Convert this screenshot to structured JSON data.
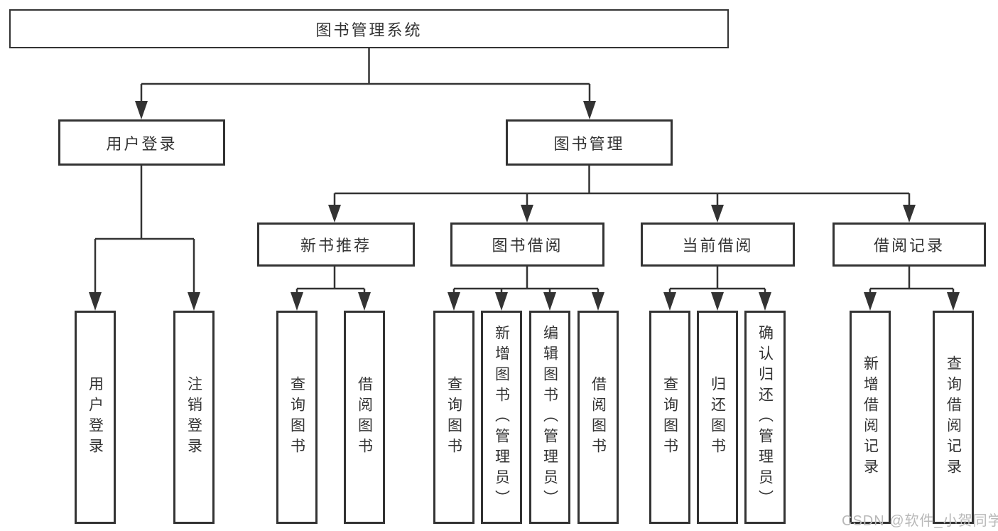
{
  "diagram": {
    "title": "图书管理系统",
    "level2": [
      {
        "label": "用户登录",
        "children": [
          "用户登录",
          "注销登录"
        ]
      },
      {
        "label": "图书管理",
        "children": [
          {
            "label": "新书推荐",
            "children": [
              "查询图书",
              "借阅图书"
            ]
          },
          {
            "label": "图书借阅",
            "children": [
              "查询图书",
              "新增图书（管理员）",
              "编辑图书（管理员）",
              "借阅图书"
            ]
          },
          {
            "label": "当前借阅",
            "children": [
              "查询图书",
              "归还图书",
              "确认归还（管理员）"
            ]
          },
          {
            "label": "借阅记录",
            "children": [
              "新增借阅记录",
              "查询借阅记录"
            ]
          }
        ]
      }
    ]
  },
  "watermark": {
    "text": "CSDN @软件_小贺同学"
  },
  "colors": {
    "background": "#ffffff",
    "line": "#333333",
    "box_border": "#333333",
    "text": "#333333",
    "watermark": "#b8b8b8"
  }
}
